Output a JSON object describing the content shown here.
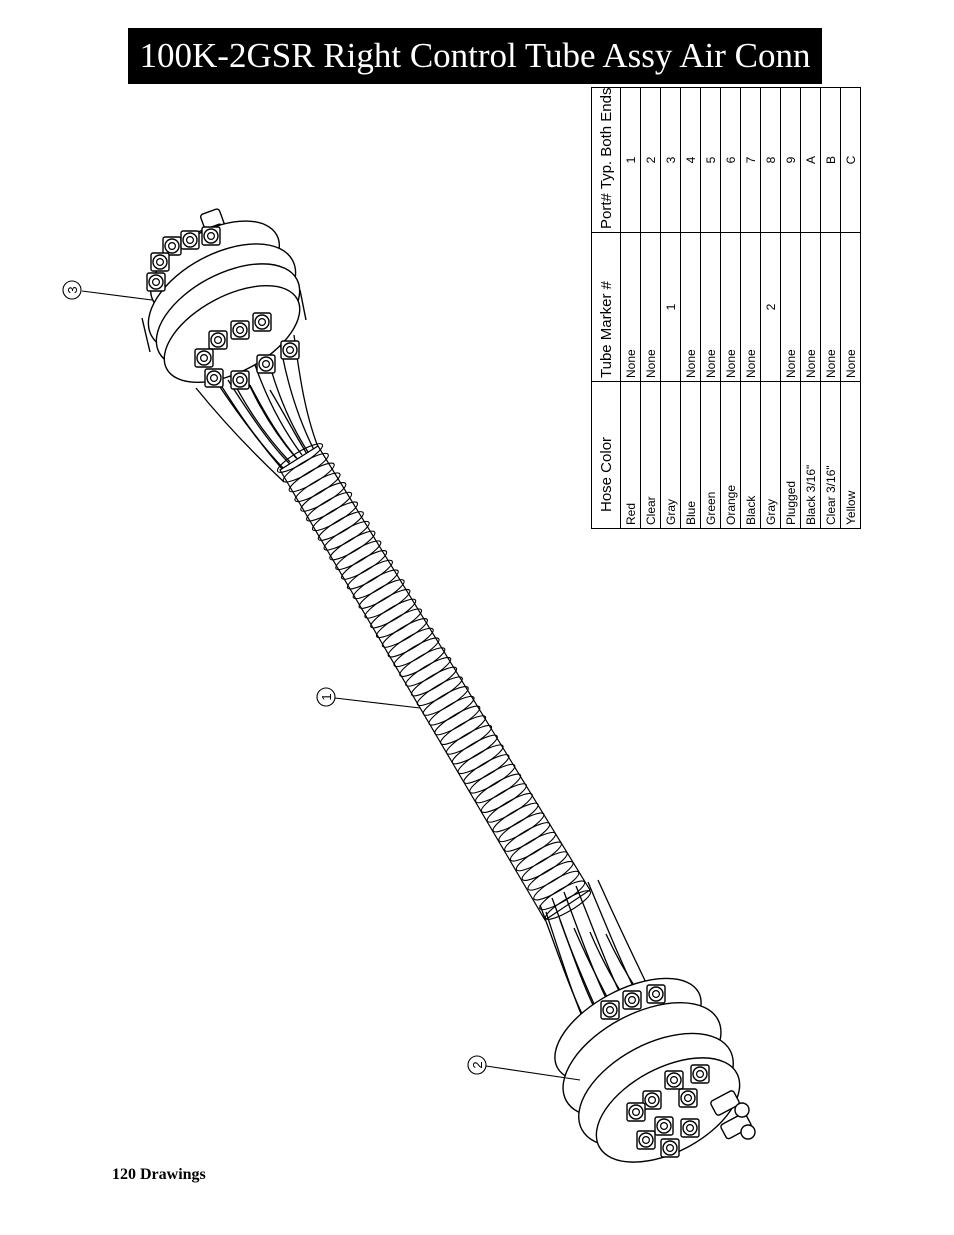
{
  "page": {
    "title": "100K-2GSR Right Control Tube Assy Air Conn",
    "footer": "120  Drawings"
  },
  "callouts": [
    {
      "label": "3"
    },
    {
      "label": "1"
    },
    {
      "label": "2"
    }
  ],
  "table": {
    "headers": [
      "Hose Color",
      "Tube Marker #",
      "Port# Typ. Both Ends"
    ],
    "rows": [
      [
        "Red",
        "None",
        "1"
      ],
      [
        "Clear",
        "None",
        "2"
      ],
      [
        "Gray",
        "1",
        "3"
      ],
      [
        "Blue",
        "None",
        "4"
      ],
      [
        "Green",
        "None",
        "5"
      ],
      [
        "Orange",
        "None",
        "6"
      ],
      [
        "Black",
        "None",
        "7"
      ],
      [
        "Gray",
        "2",
        "8"
      ],
      [
        "Plugged",
        "None",
        "9"
      ],
      [
        "Black 3/16\"",
        "None",
        "A"
      ],
      [
        "Clear 3/16\"",
        "None",
        "B"
      ],
      [
        "Yellow",
        "None",
        "C"
      ]
    ]
  }
}
